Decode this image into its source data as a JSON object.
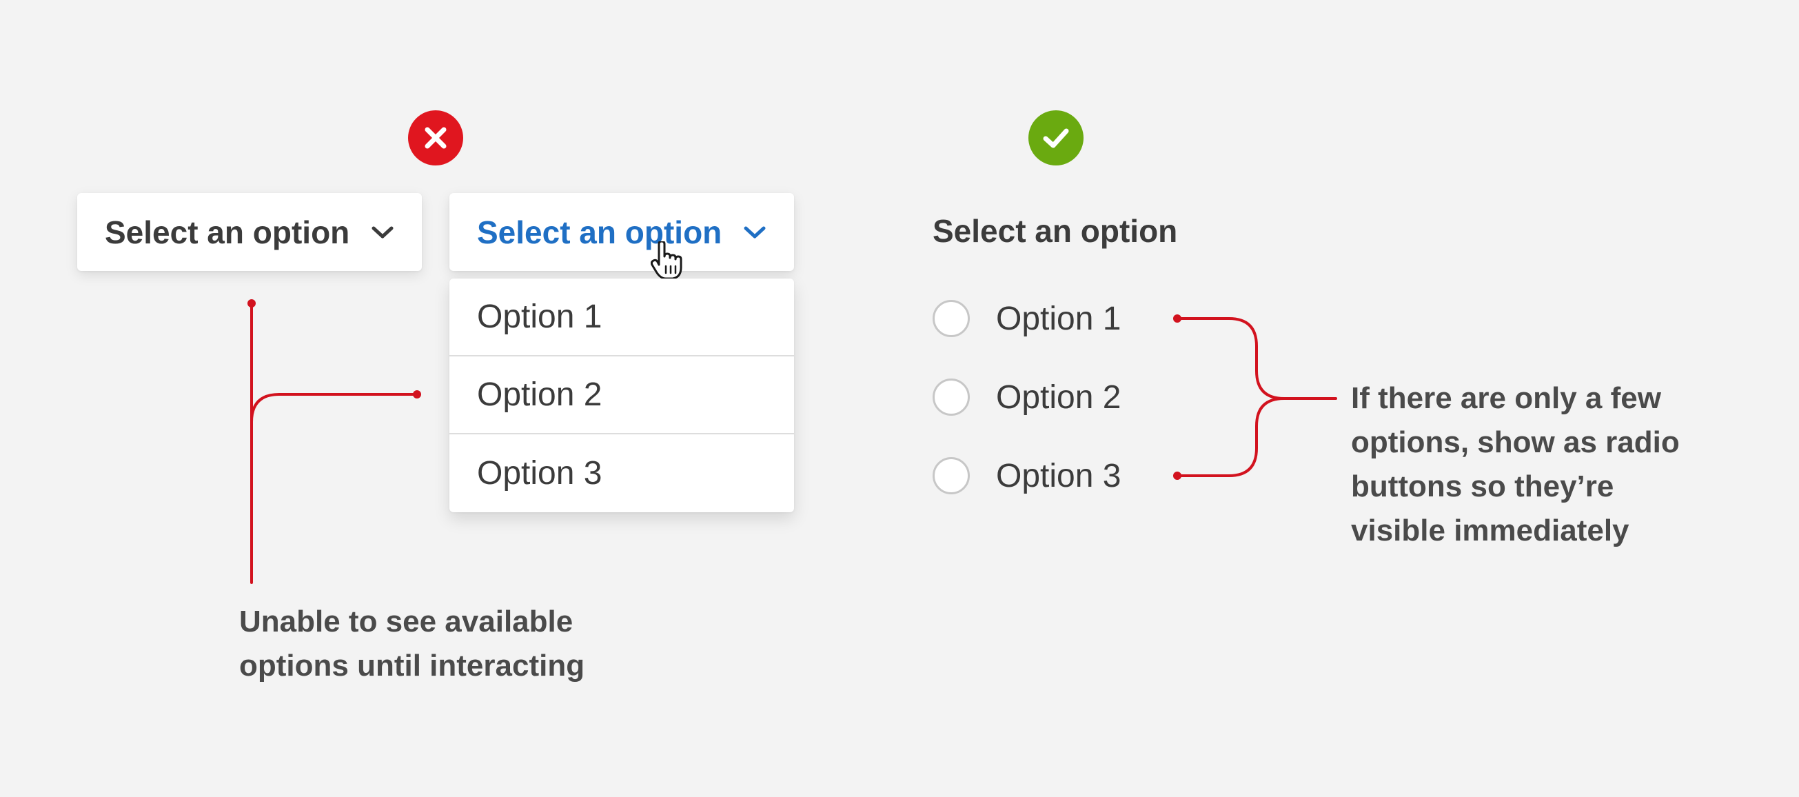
{
  "colors": {
    "background": "#f3f3f3",
    "bad": "#e0161f",
    "good": "#6aaa10",
    "active_text": "#1f6fc4",
    "annotation_line": "#d2121e"
  },
  "bad_example": {
    "badge_icon": "x-icon",
    "closed_select": {
      "label": "Select an option",
      "icon": "chevron-down-icon"
    },
    "open_select": {
      "label": "Select an option",
      "icon": "chevron-down-icon",
      "cursor_icon": "hand-pointer-icon",
      "options": [
        "Option 1",
        "Option 2",
        "Option 3"
      ]
    },
    "annotation": [
      "Unable to see available",
      "options until interacting"
    ]
  },
  "good_example": {
    "badge_icon": "check-icon",
    "heading": "Select an option",
    "options": [
      "Option 1",
      "Option 2",
      "Option 3"
    ],
    "annotation": [
      "If there are only a few",
      "options, show as radio",
      "buttons so they’re",
      "visible immediately"
    ]
  }
}
